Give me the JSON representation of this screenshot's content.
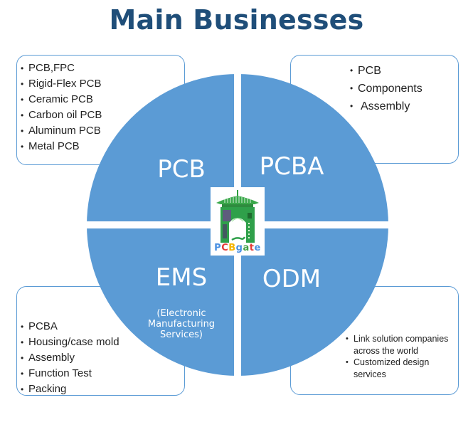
{
  "title": "Main Businesses",
  "colors": {
    "title": "#1f4e79",
    "circle": "#5b9bd5",
    "box_border": "#5b9bd5",
    "quadrant_text": "#ffffff"
  },
  "quadrants": {
    "top_left": {
      "label": "PCB"
    },
    "top_right": {
      "label": "PCBA"
    },
    "bottom_left": {
      "label": "EMS",
      "subtitle_lines": [
        "(Electronic",
        "Manufacturing",
        "Services)"
      ]
    },
    "bottom_right": {
      "label": "ODM"
    }
  },
  "boxes": {
    "top_left": {
      "items": [
        "PCB,FPC",
        "Rigid-Flex PCB",
        "Ceramic PCB",
        "Carbon oil PCB",
        "Aluminum PCB",
        "Metal PCB"
      ]
    },
    "top_right": {
      "items": [
        "PCB",
        "Components",
        "Assembly"
      ]
    },
    "bottom_left": {
      "items": [
        "PCBA",
        "Housing/case mold",
        "Assembly",
        "Function Test",
        "Packing"
      ]
    },
    "bottom_right": {
      "items": [
        "Link solution companies across the world",
        "Customized design services"
      ]
    }
  },
  "logo": {
    "icon": "pcbgate-gate-logo",
    "letters": [
      {
        "char": "P",
        "color": "#4a90e2"
      },
      {
        "char": "C",
        "color": "#e53935"
      },
      {
        "char": "B",
        "color": "#f5b400"
      },
      {
        "char": "g",
        "color": "#4a90e2"
      },
      {
        "char": "a",
        "color": "#43a047"
      },
      {
        "char": "t",
        "color": "#e53935"
      },
      {
        "char": "e",
        "color": "#4a90e2"
      }
    ]
  }
}
